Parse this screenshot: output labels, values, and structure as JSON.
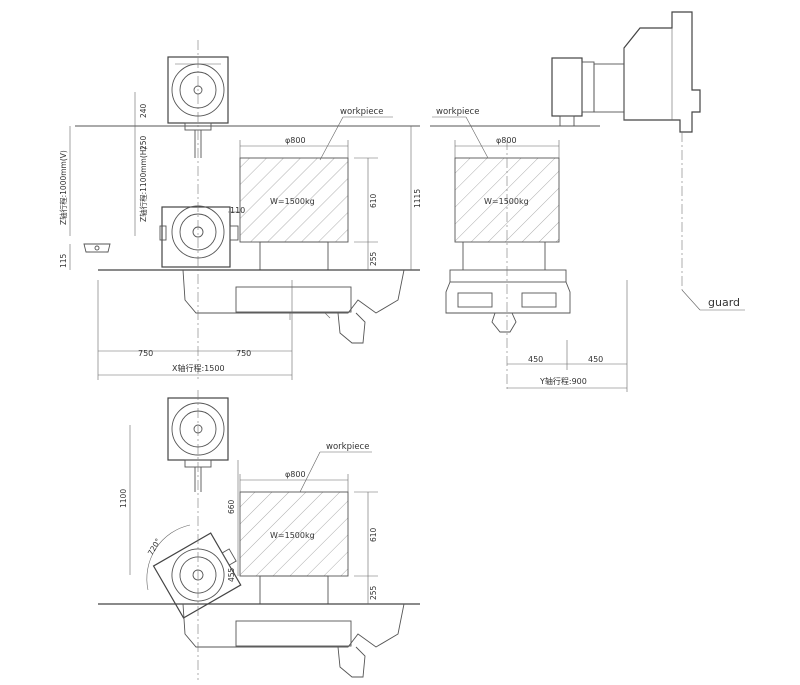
{
  "labels": {
    "workpiece": "workpiece",
    "guard": "guard",
    "weight": "W=1500kg",
    "diameter": "φ800",
    "x_travel": "X轴行程:1500",
    "y_travel": "Y轴行程:900",
    "z_travel_h": "Z轴行程:1100mm(H)",
    "z_travel_v": "Z轴行程:1000mm(V)",
    "angle": "720°"
  },
  "dimensions": {
    "d240": "240",
    "d250": "250",
    "d110": "110",
    "d115": "115",
    "d610": "610",
    "d255": "255",
    "d1115": "1115",
    "d750a": "750",
    "d750b": "750",
    "d450a": "450",
    "d450b": "450",
    "d1100": "1100",
    "d660": "660",
    "d455": "455",
    "d610b": "610",
    "d255b": "255",
    "d800b": "φ800",
    "weight_b": "W=1500kg",
    "d800c": "φ800",
    "weight_c": "W=1500kg"
  }
}
